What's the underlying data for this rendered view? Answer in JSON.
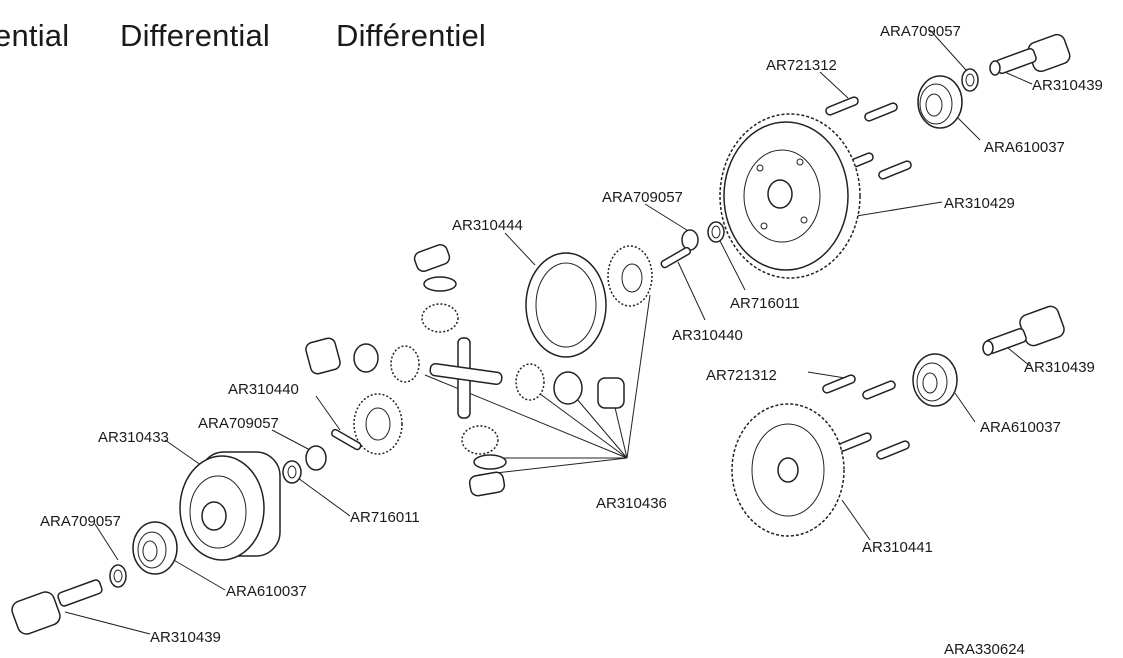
{
  "titles": [
    "ential",
    "Differential",
    "Différentiel"
  ],
  "labels": {
    "ara709057_top": "ARA709057",
    "ar721312_top": "AR721312",
    "ar310439_top": "AR310439",
    "ara610037_top": "ARA610037",
    "ara709057_mid": "ARA709057",
    "ar310429": "AR310429",
    "ar310444": "AR310444",
    "ar716011_mid": "AR716011",
    "ar310440_mid": "AR310440",
    "ar310439_right": "AR310439",
    "ar721312_right": "AR721312",
    "ara610037_right": "ARA610037",
    "ar310440_left": "AR310440",
    "ara709057_left": "ARA709057",
    "ar310433": "AR310433",
    "ar716011_left": "AR716011",
    "ar310436": "AR310436",
    "ar310441": "AR310441",
    "ara709057_bottom": "ARA709057",
    "ara610037_bottom": "ARA610037",
    "ar310439_bottom": "AR310439"
  },
  "footer_code": "ARA330624",
  "colors": {
    "line": "#222222",
    "background": "#ffffff"
  }
}
